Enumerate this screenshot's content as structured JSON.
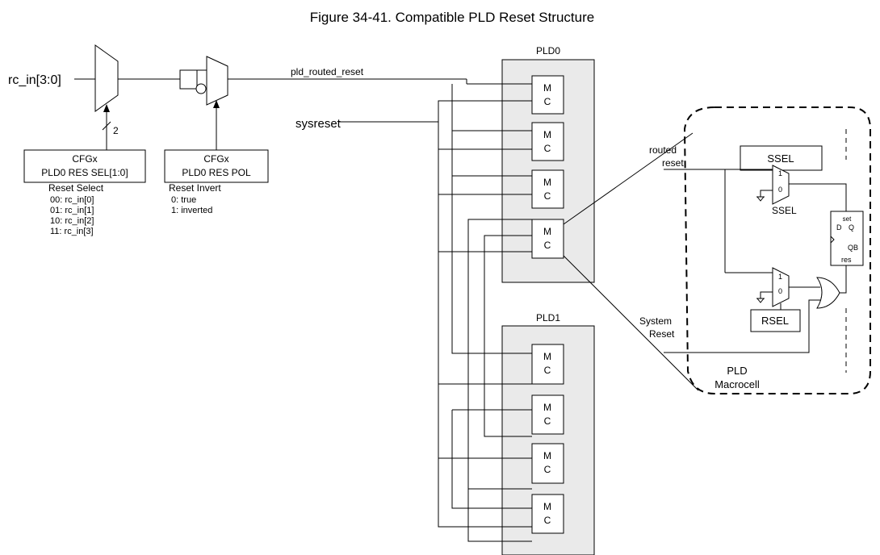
{
  "title": "Figure 34-41.  Compatible PLD Reset Structure",
  "inputs": {
    "rc_in": "rc_in[3:0]",
    "sysreset": "sysreset"
  },
  "wires": {
    "pld_routed_reset": "pld_routed_reset",
    "bus_width": "2"
  },
  "cfg_sel": {
    "line1": "CFGx",
    "line2": "PLD0 RES SEL[1:0]",
    "legend_title": "Reset Select",
    "options": [
      "00: rc_in[0]",
      "01: rc_in[1]",
      "10: rc_in[2]",
      "11: rc_in[3]"
    ]
  },
  "cfg_pol": {
    "line1": "CFGx",
    "line2": "PLD0 RES POL",
    "legend_title": "Reset Invert",
    "options": [
      "0: true",
      "1: inverted"
    ]
  },
  "pld0": {
    "label": "PLD0",
    "macrocells": [
      {
        "l1": "M",
        "l2": "C"
      },
      {
        "l1": "M",
        "l2": "C"
      },
      {
        "l1": "M",
        "l2": "C"
      },
      {
        "l1": "M",
        "l2": "C"
      }
    ]
  },
  "pld1": {
    "label": "PLD1",
    "macrocells": [
      {
        "l1": "M",
        "l2": "C"
      },
      {
        "l1": "M",
        "l2": "C"
      },
      {
        "l1": "M",
        "l2": "C"
      },
      {
        "l1": "M",
        "l2": "C"
      }
    ]
  },
  "macrocell_detail": {
    "routed_reset": [
      "routed",
      "reset"
    ],
    "system_reset": [
      "System",
      "Reset"
    ],
    "ssel_box": "SSEL",
    "ssel_label": "SSEL",
    "rsel_box": "RSEL",
    "mux_in1": "1",
    "mux_in0": "0",
    "ff_set": "set",
    "ff_d": "D",
    "ff_q": "Q",
    "ff_qb": "QB",
    "ff_res": "res",
    "caption": [
      "PLD",
      "Macrocell"
    ]
  }
}
